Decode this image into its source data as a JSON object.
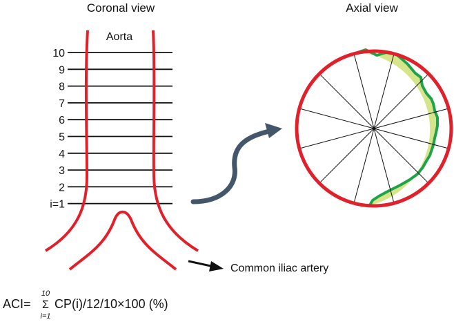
{
  "coronal": {
    "title": "Coronal view",
    "vessel_label": "Aorta",
    "levels": [
      "10",
      "9",
      "8",
      "7",
      "6",
      "5",
      "4",
      "3",
      "2",
      "i=1"
    ]
  },
  "axial": {
    "title": "Axial view",
    "sector_count": 12
  },
  "annotation": {
    "iliac_label": "Common iliac artery"
  },
  "formula": {
    "lhs": "ACI=",
    "sum_symbol": "Σ",
    "upper_limit": "10",
    "lower_limit": "i=1",
    "rhs": "CP(i)/12/10×100 (%)"
  },
  "colors": {
    "vessel_wall": "#e0202a",
    "plaque_fill": "#d6e58a",
    "plaque_edge": "#1fa24a",
    "arrow": "#44576a",
    "line": "#111111"
  }
}
